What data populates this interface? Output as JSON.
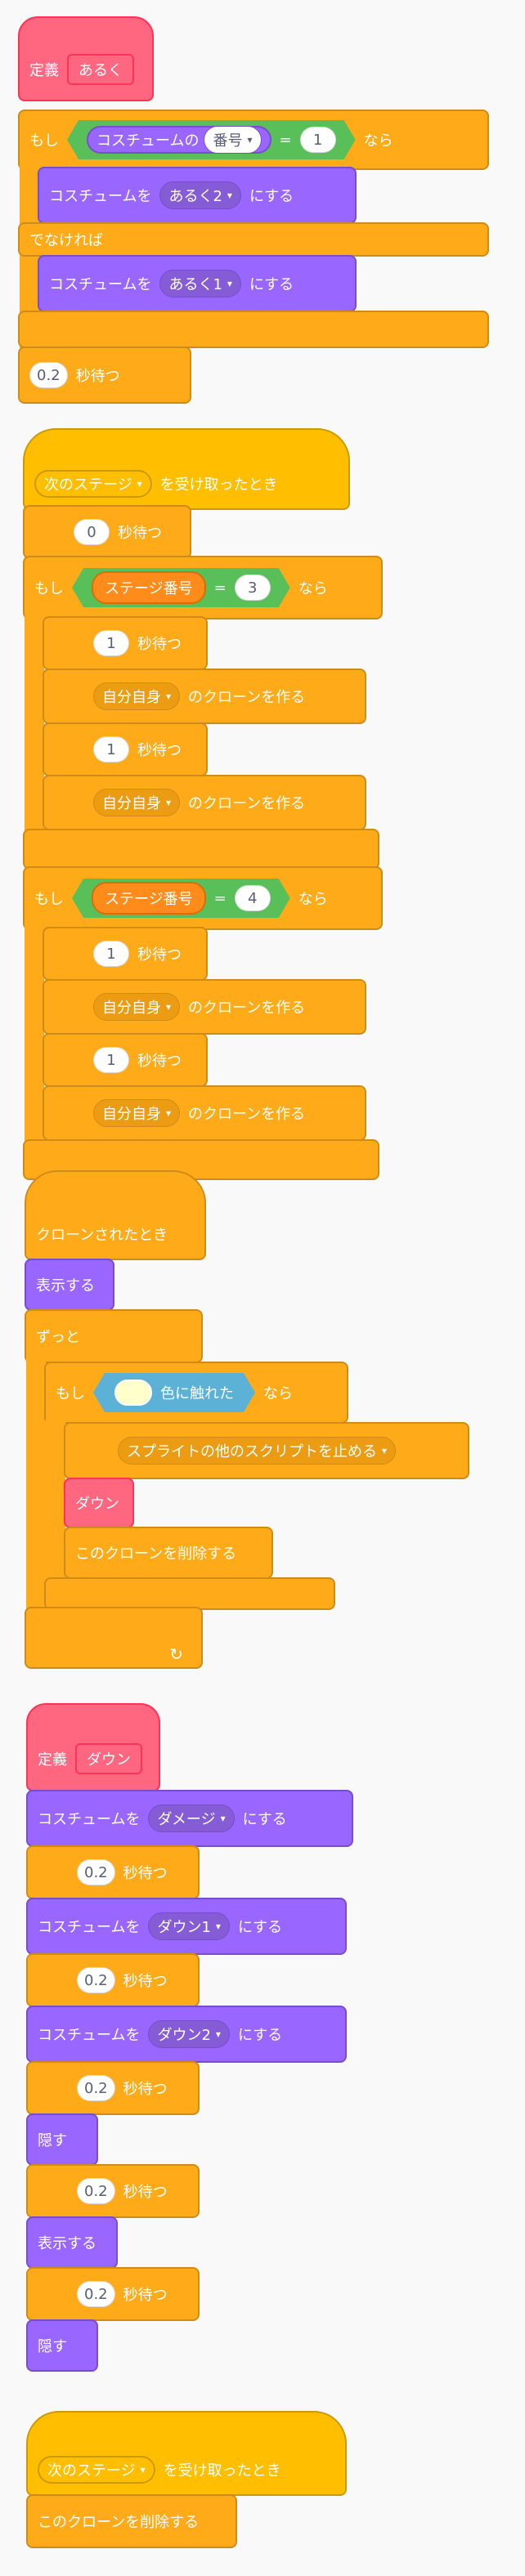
{
  "script1": {
    "define_label": "定義",
    "name": "あるく",
    "if_label": "もし",
    "costume_of": "コスチュームの",
    "costume_prop": "番号",
    "eq": "=",
    "value": "1",
    "then": "なら",
    "switch_costume": "コスチュームを",
    "costume_a": "あるく2",
    "suffix": "にする",
    "else_label": "でなければ",
    "costume_b": "あるく1",
    "wait_value": "0.2",
    "wait_label": "秒待つ"
  },
  "script2": {
    "message": "次のステージ",
    "when_receive": "を受け取ったとき",
    "wait0": "0",
    "wait_label": "秒待つ",
    "if_label": "もし",
    "stage_var": "ステージ番号",
    "eq": "=",
    "value_3": "3",
    "value_4": "4",
    "then": "なら",
    "wait1": "1",
    "clone_target": "自分自身",
    "clone_label": "のクローンを作る"
  },
  "script3": {
    "hat_label": "クローンされたとき",
    "show": "表示する",
    "forever": "ずっと",
    "if_label": "もし",
    "touch_color": "色に触れた",
    "then": "なら",
    "stop_option": "スプライトの他のスクリプトを止める",
    "down_call": "ダウン",
    "delete_clone": "このクローンを削除する"
  },
  "script4": {
    "define_label": "定義",
    "name": "ダウン",
    "switch_costume": "コスチュームを",
    "suffix": "にする",
    "costume_damage": "ダメージ",
    "costume_down1": "ダウン1",
    "costume_down2": "ダウン2",
    "wait_value": "0.2",
    "wait_label": "秒待つ",
    "hide": "隠す",
    "show": "表示する"
  },
  "script5": {
    "message": "次のステージ",
    "when_receive": "を受け取ったとき",
    "delete_clone": "このクローンを削除する"
  },
  "icons": {
    "dropdown": "▾",
    "loop": "↻"
  },
  "colors": {
    "control": "#ffab19",
    "events": "#ffbf00",
    "looks": "#9966ff",
    "my_blocks": "#ff6680",
    "sensing": "#5cb1d6",
    "operators": "#59c059",
    "variables": "#ff8c1a"
  }
}
